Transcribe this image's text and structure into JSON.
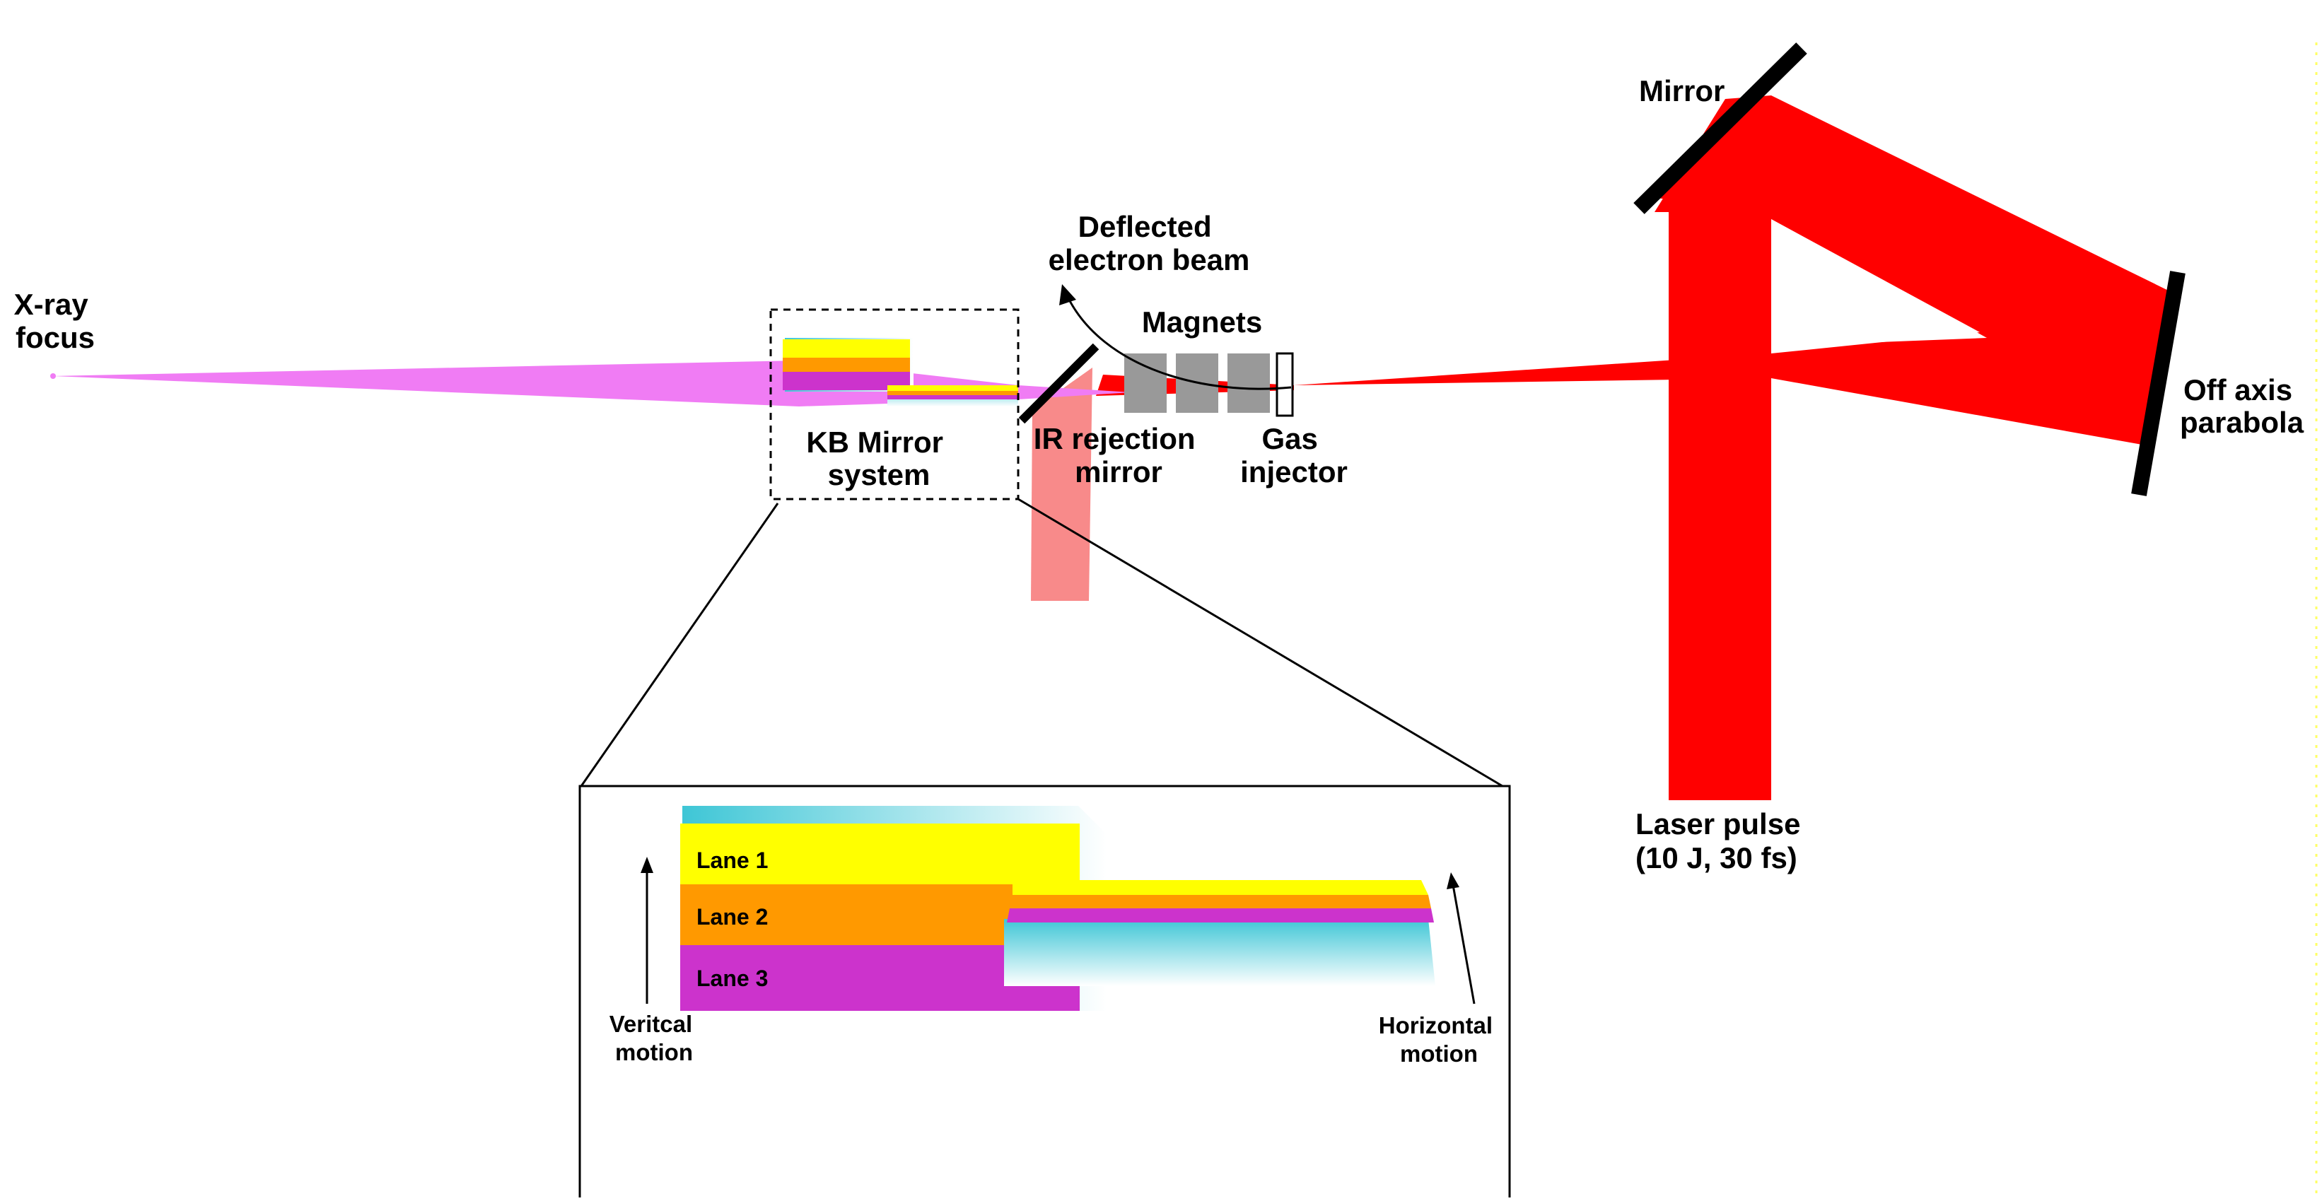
{
  "labels": {
    "xray_focus": [
      "X-ray",
      "focus"
    ],
    "deflected_beam": [
      "Deflected",
      "electron beam"
    ],
    "magnets": "Magnets",
    "kb_mirror": [
      "KB Mirror",
      "system"
    ],
    "ir_rejection": [
      "IR rejection",
      "mirror"
    ],
    "gas_injector": [
      "Gas",
      "injector"
    ],
    "mirror": "Mirror",
    "off_axis": [
      "Off axis",
      "parabola"
    ],
    "laser_pulse": [
      "Laser pulse",
      "(10 J, 30 fs)"
    ],
    "lanes": [
      "Lane 1",
      "Lane 2",
      "Lane 3"
    ],
    "vertical_motion": [
      "Veritcal",
      "motion"
    ],
    "horizontal_motion": [
      "Horizontal",
      "motion"
    ]
  },
  "colors": {
    "laser": "#ff0000",
    "laser_reflected": "#f88a8a",
    "xray": "#f07cf4",
    "lane1": "#ffff00",
    "lane2": "#ff9900",
    "lane3": "#cc33cc",
    "cyan_edge": "#40c8d8",
    "magnet": "#999999",
    "optic": "#000000",
    "border_line": "#ffff66"
  }
}
